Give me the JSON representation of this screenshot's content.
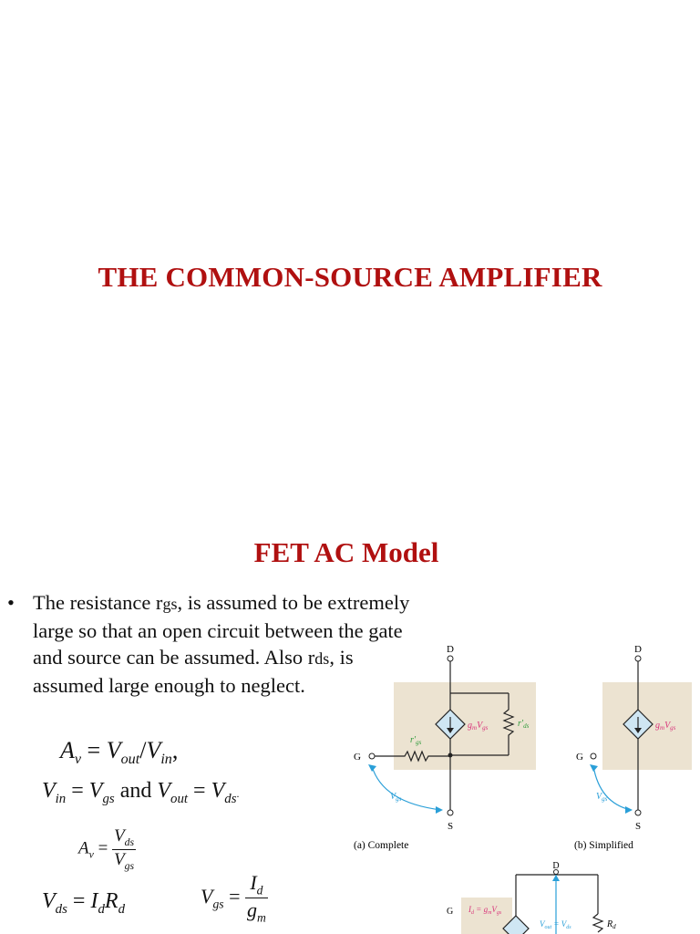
{
  "slide": {
    "title": "THE COMMON-SOURCE AMPLIFIER",
    "subtitle": "FET AC Model",
    "bullet": {
      "text_a": "The resistance r",
      "sub_a": "gs",
      "text_b": ", is assumed to be extremely large so that an open circuit between the gate and source can be assumed. Also r",
      "sub_b": "ds",
      "text_c": ", is assumed large enough to neglect."
    },
    "equations": {
      "av_line": {
        "lhs": "A",
        "lhs_sub": "v",
        "eq": " = ",
        "t1": "V",
        "t1_sub": "out",
        "slash": "/",
        "t2": "V",
        "t2_sub": "in",
        "end": ","
      },
      "vin_line": {
        "a": "V",
        "a_sub": "in",
        "eq1": " = ",
        "b": "V",
        "b_sub": "gs",
        "and": " and ",
        "c": "V",
        "c_sub": "out",
        "eq2": " = ",
        "d": "V",
        "d_sub": "ds",
        "end": "."
      },
      "av_frac": {
        "lhs": "A",
        "lhs_sub": "v",
        "eq": " = ",
        "num": "V",
        "num_sub": "ds",
        "den": "V",
        "den_sub": "gs"
      },
      "vds_line": {
        "a": "V",
        "a_sub": "ds",
        "eq": " = ",
        "b": "I",
        "b_sub": "d",
        "c": "R",
        "c_sub": "d"
      },
      "vgs_frac": {
        "lhs": "V",
        "lhs_sub": "gs",
        "eq": " = ",
        "num": "I",
        "num_sub": "d",
        "den": "g",
        "den_sub": "m"
      }
    },
    "figures": {
      "complete": {
        "caption": "(a) Complete",
        "d_label": "D",
        "g_label": "G",
        "s_label": "S",
        "rgs": "r′",
        "rgs_sub": "gs",
        "gm": "g",
        "gm_sub": "m",
        "vgs": "V",
        "vgs_sub": "gs",
        "rds": "r′",
        "rds_sub": "ds",
        "vgs_arrow": "V",
        "vgs_arrow_sub": "gs"
      },
      "simplified": {
        "caption": "(b) Simplified",
        "d_label": "D",
        "g_label": "G",
        "s_label": "S",
        "gm": "g",
        "gm_sub": "m",
        "vgs": "V",
        "vgs_sub": "gs",
        "vgs_arrow": "V",
        "vgs_arrow_sub": "gs"
      },
      "bottom": {
        "d_label": "D",
        "g_label": "G",
        "id_label": "I",
        "id_sub": "d",
        "id_eq": " = g",
        "id_eq_sub": "m",
        "id_v": "V",
        "id_v_sub": "gs",
        "vout": "V",
        "vout_sub": "out",
        "vout_eq": " = V",
        "vout_eq_sub": "ds",
        "rd": "R",
        "rd_sub": "d"
      }
    },
    "colors": {
      "title": "#b01010",
      "shade": "#ece3d1",
      "source_fill": "#cfe6f3",
      "accent_pink": "#d8357a",
      "accent_green": "#2e9a3a",
      "accent_blue": "#2a9fd8"
    }
  }
}
